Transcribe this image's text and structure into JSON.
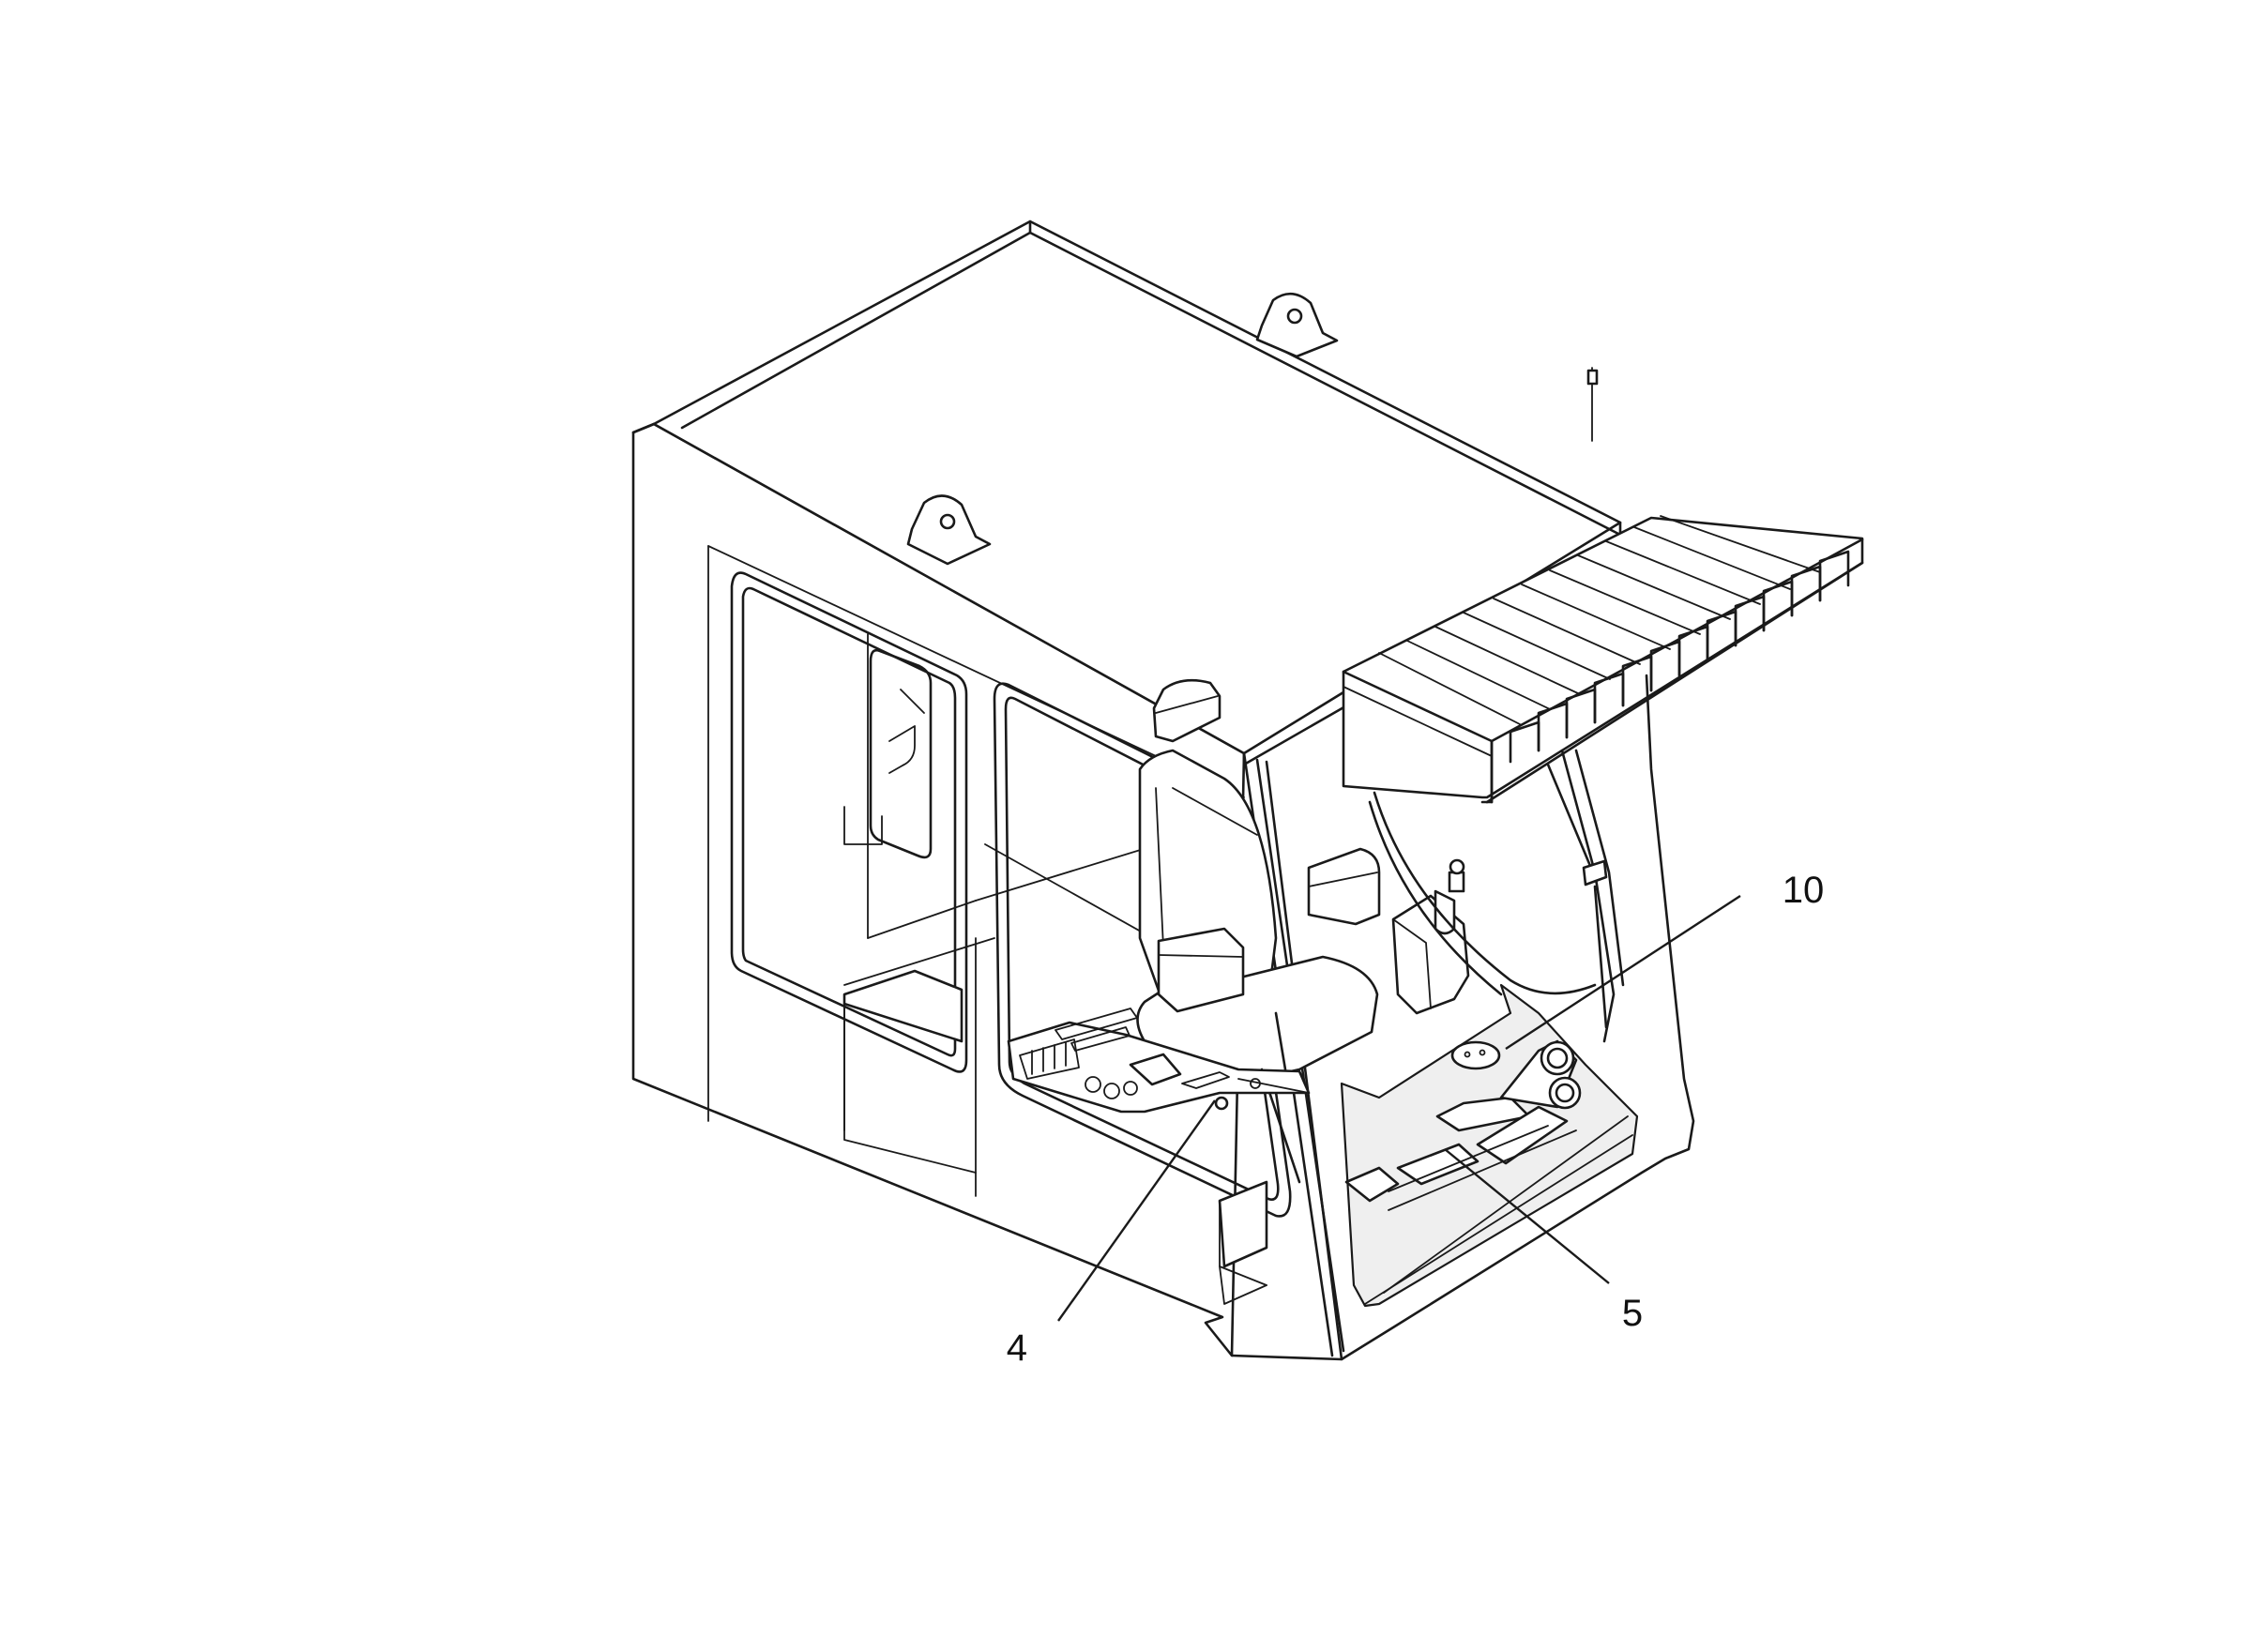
{
  "callouts": [
    {
      "id": "4",
      "label": "4"
    },
    {
      "id": "5",
      "label": "5"
    },
    {
      "id": "10",
      "label": "10"
    }
  ]
}
